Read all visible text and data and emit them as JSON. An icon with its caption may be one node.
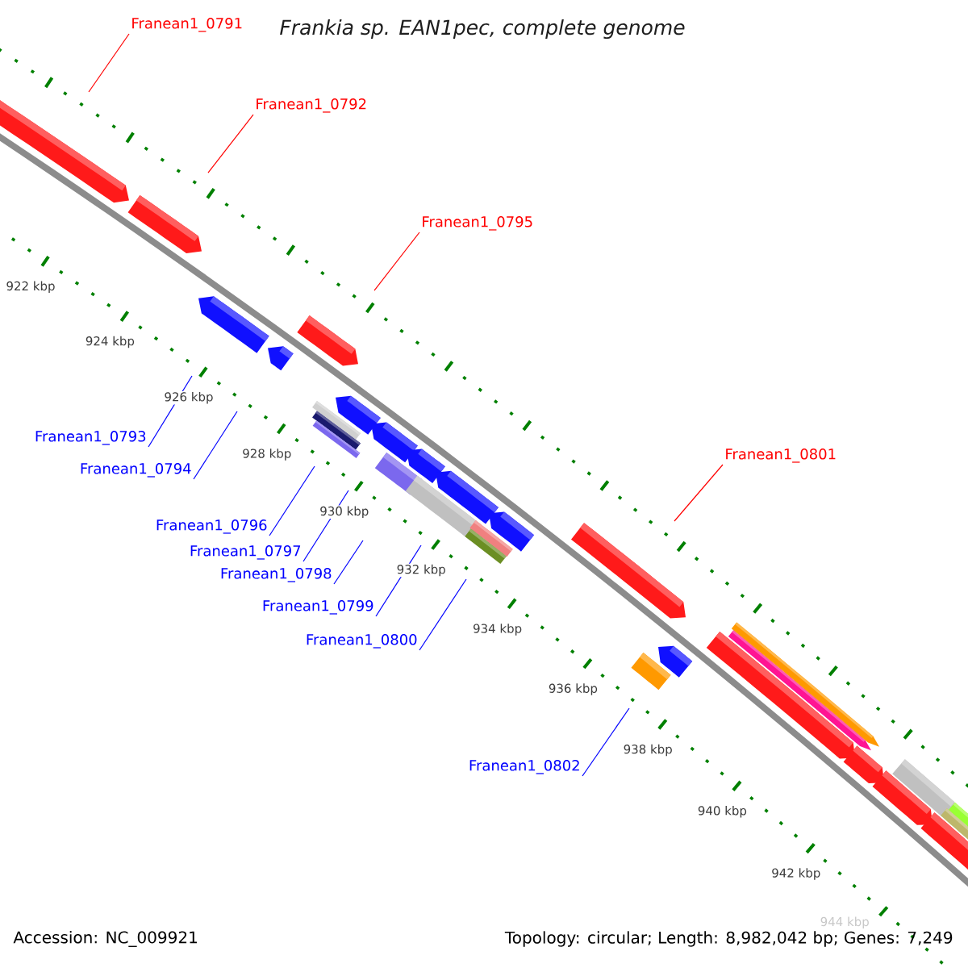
{
  "diagram": {
    "title": "Frankia sp. EAN1pec, complete genome",
    "nodes": [
      {
        "text": [
          "Franean1_0791"
        ]
      },
      {
        "text": [
          "Franean1_0792"
        ]
      },
      {
        "text": [
          "Franean1_0795"
        ]
      },
      {
        "text": [
          "Franean1_0793"
        ]
      },
      {
        "text": [
          "Franean1_0801"
        ]
      },
      {
        "text": [
          "Franean1_0794"
        ]
      },
      {
        "text": [
          "Franean1_0796"
        ]
      },
      {
        "text": [
          "Franean1_0797"
        ]
      },
      {
        "text": [
          "Franean1_0798"
        ]
      },
      {
        "text": [
          "Franean1_0799"
        ]
      },
      {
        "text": [
          "Franean1_0800"
        ]
      },
      {
        "text": [
          "Franean1_0802"
        ]
      }
    ],
    "edges": [
      {
        "from": 0,
        "to": null,
        "arrow": "none",
        "color": "#ff0000"
      },
      {
        "from": 1,
        "to": null,
        "arrow": "none",
        "color": "#ff0000"
      },
      {
        "from": 2,
        "to": null,
        "arrow": "none",
        "color": "#ff0000"
      },
      {
        "from": 3,
        "to": null,
        "arrow": "none"
      },
      {
        "from": 4,
        "to": null,
        "arrow": "none",
        "color": "#ff0000"
      },
      {
        "from": 5,
        "to": null,
        "arrow": "none"
      },
      {
        "from": 6,
        "to": null,
        "arrow": "none"
      },
      {
        "from": 7,
        "to": null,
        "arrow": "none"
      },
      {
        "from": 8,
        "to": null,
        "arrow": "none"
      },
      {
        "from": 9,
        "to": null,
        "arrow": "none"
      },
      {
        "from": 10,
        "to": null,
        "arrow": "none"
      },
      {
        "from": 11,
        "to": null,
        "arrow": "none"
      }
    ],
    "labels": [
      "922 kbp",
      "924 kbp",
      "926 kbp",
      "928 kbp",
      "930 kbp",
      "932 kbp",
      "934 kbp",
      "936 kbp",
      "938 kbp",
      "940 kbp",
      "942 kbp",
      "944 kbp",
      "Accession: NC_009921",
      "Topology: circular; Length: 8,982,042 bp; Genes: 7,249"
    ]
  }
}
